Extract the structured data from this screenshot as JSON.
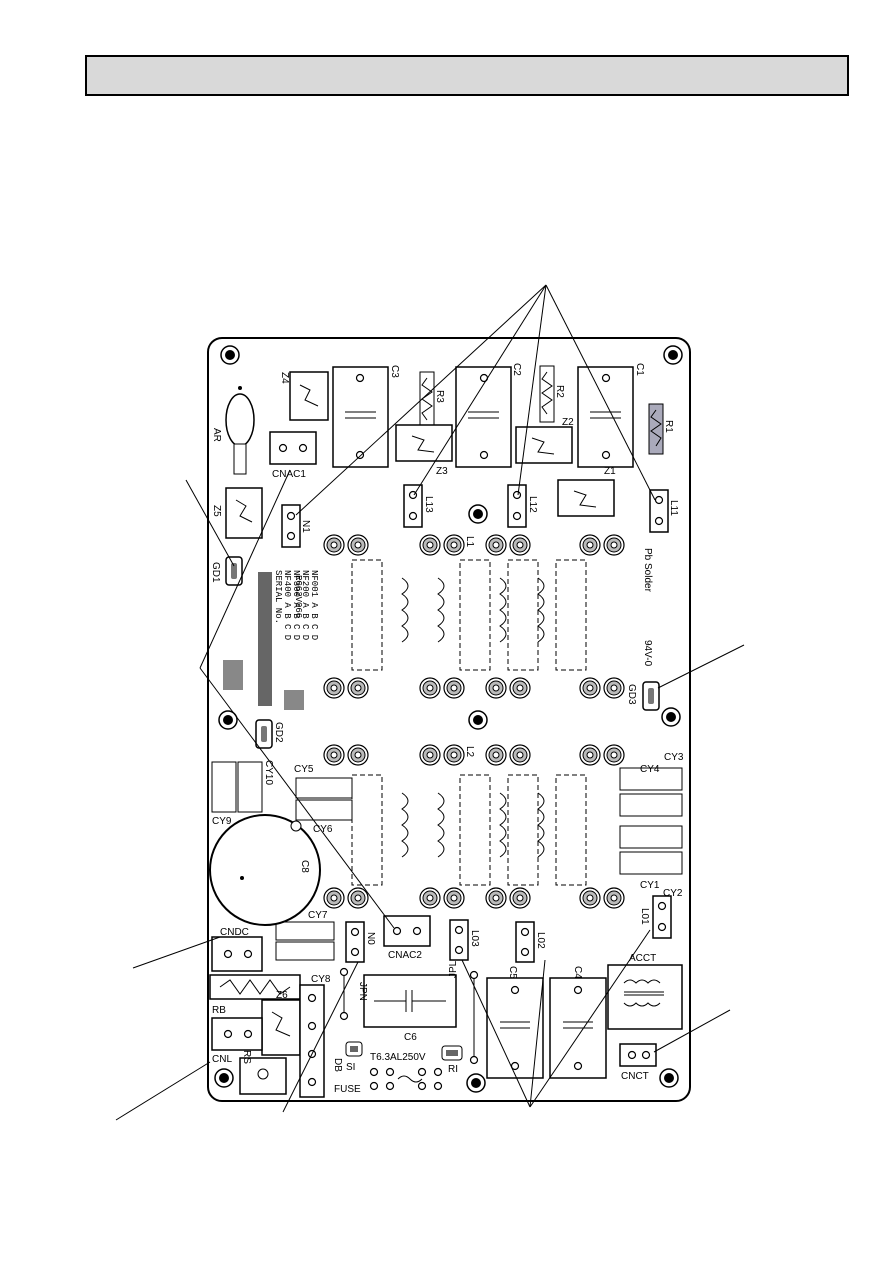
{
  "header": {
    "title": ""
  },
  "board": {
    "labels": {
      "C1": "C1",
      "C2": "C2",
      "C3": "C3",
      "R1": "R1",
      "R2": "R2",
      "R3": "R3",
      "Z1": "Z1",
      "Z2": "Z2",
      "Z3": "Z3",
      "Z4": "Z4",
      "Z5": "Z5",
      "Z6": "Z6",
      "AR": "AR",
      "CNAC1": "CNAC1",
      "N1": "N1",
      "L11": "L11",
      "L12": "L12",
      "L13": "L13",
      "L1": "L1",
      "L2": "L2",
      "GD1": "GD1",
      "GD2": "GD2",
      "GD3": "GD3",
      "CY1": "CY1",
      "CY2": "CY2",
      "CY3": "CY3",
      "CY4": "CY4",
      "CY5": "CY5",
      "CY6": "CY6",
      "CY7": "CY7",
      "CY8": "CY8",
      "CY9": "CY9",
      "CY10": "CY10",
      "C4": "C4",
      "C5": "C5",
      "C6": "C6",
      "C8": "C8",
      "CNDC": "CNDC",
      "CNL": "CNL",
      "RB": "RB",
      "RS": "RS",
      "DB": "DB",
      "JPN": "JPN",
      "JPL": "JPL",
      "N0": "N0",
      "CNAC2": "CNAC2",
      "L01": "L01",
      "L02": "L02",
      "L03": "L03",
      "ACCT": "ACCT",
      "CNCT": "CNCT",
      "SI": "SI",
      "RI": "RI",
      "FUSE": "FUSE",
      "fuse_rating": "T6.3AL250V",
      "board_id": "RG62V066",
      "flammability": "94V-0",
      "solder": "Pb Solder",
      "nf_lines": [
        "NF001 A B C D",
        "NF200 A B C D",
        "NF300 A B C D",
        "NF400 A B C D",
        "SERIAL No."
      ]
    }
  }
}
